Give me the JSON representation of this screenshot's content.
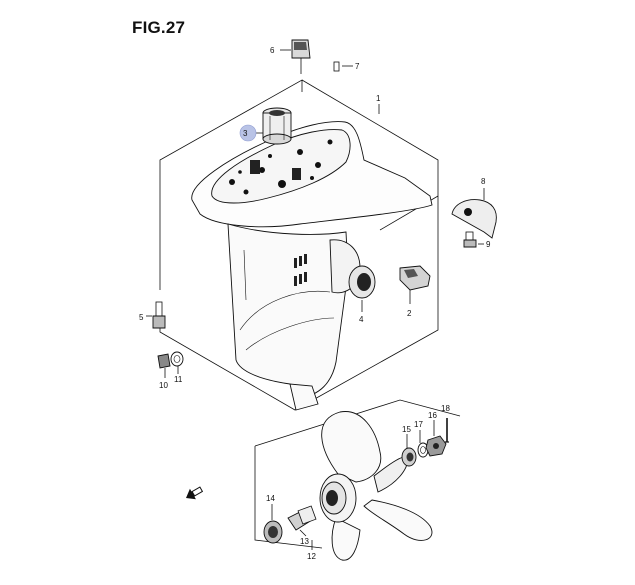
{
  "figure": {
    "title": "FIG.27",
    "highlight_color": "#b9c3e6",
    "callouts": [
      {
        "id": "p1",
        "label": "1"
      },
      {
        "id": "p2",
        "label": "2"
      },
      {
        "id": "p3",
        "label": "3",
        "highlighted": true
      },
      {
        "id": "p4",
        "label": "4"
      },
      {
        "id": "p5",
        "label": "5"
      },
      {
        "id": "p6",
        "label": "6"
      },
      {
        "id": "p7",
        "label": "7"
      },
      {
        "id": "p8",
        "label": "8"
      },
      {
        "id": "p9",
        "label": "9"
      },
      {
        "id": "p10",
        "label": "10"
      },
      {
        "id": "p11",
        "label": "11"
      },
      {
        "id": "p12",
        "label": "12"
      },
      {
        "id": "p13",
        "label": "13"
      },
      {
        "id": "p14",
        "label": "14"
      },
      {
        "id": "p15",
        "label": "15"
      },
      {
        "id": "p16",
        "label": "16"
      },
      {
        "id": "p17",
        "label": "17"
      },
      {
        "id": "p18",
        "label": "18"
      }
    ]
  }
}
